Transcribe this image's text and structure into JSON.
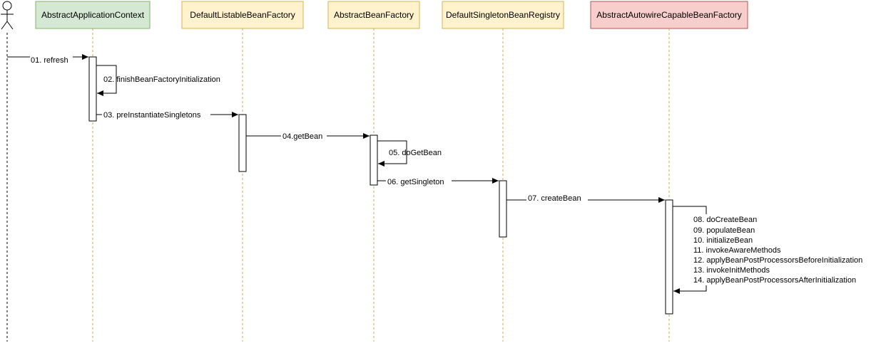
{
  "participants": [
    {
      "name": "AbstractApplicationContext",
      "fill": "#d5e8d4",
      "stroke": "#82b366"
    },
    {
      "name": "DefaultListableBeanFactory",
      "fill": "#fff2cc",
      "stroke": "#d6b656"
    },
    {
      "name": "AbstractBeanFactory",
      "fill": "#fff2cc",
      "stroke": "#d6b656"
    },
    {
      "name": "DefaultSingletonBeanRegistry",
      "fill": "#fff2cc",
      "stroke": "#d6b656"
    },
    {
      "name": "AbstractAutowireCapableBeanFactory",
      "fill": "#f8cecc",
      "stroke": "#b85450"
    }
  ],
  "messages": {
    "m01": "01. refresh",
    "m02": "02. finishBeanFactoryInitialization",
    "m03": "03. preInstantiateSingletons",
    "m04": "04.getBean",
    "m05": "05. doGetBean",
    "m06": "06. getSingleton",
    "m07": "07. createBean"
  },
  "self_call_steps": [
    "08. doCreateBean",
    "09. populateBean",
    "10. initializeBean",
    "11. invokeAwareMethods",
    "12. applyBeanPostProcessorsBeforeInitialization",
    "13. invokeInitMethods",
    "14. applyBeanPostProcessorsAfterInitialization"
  ]
}
